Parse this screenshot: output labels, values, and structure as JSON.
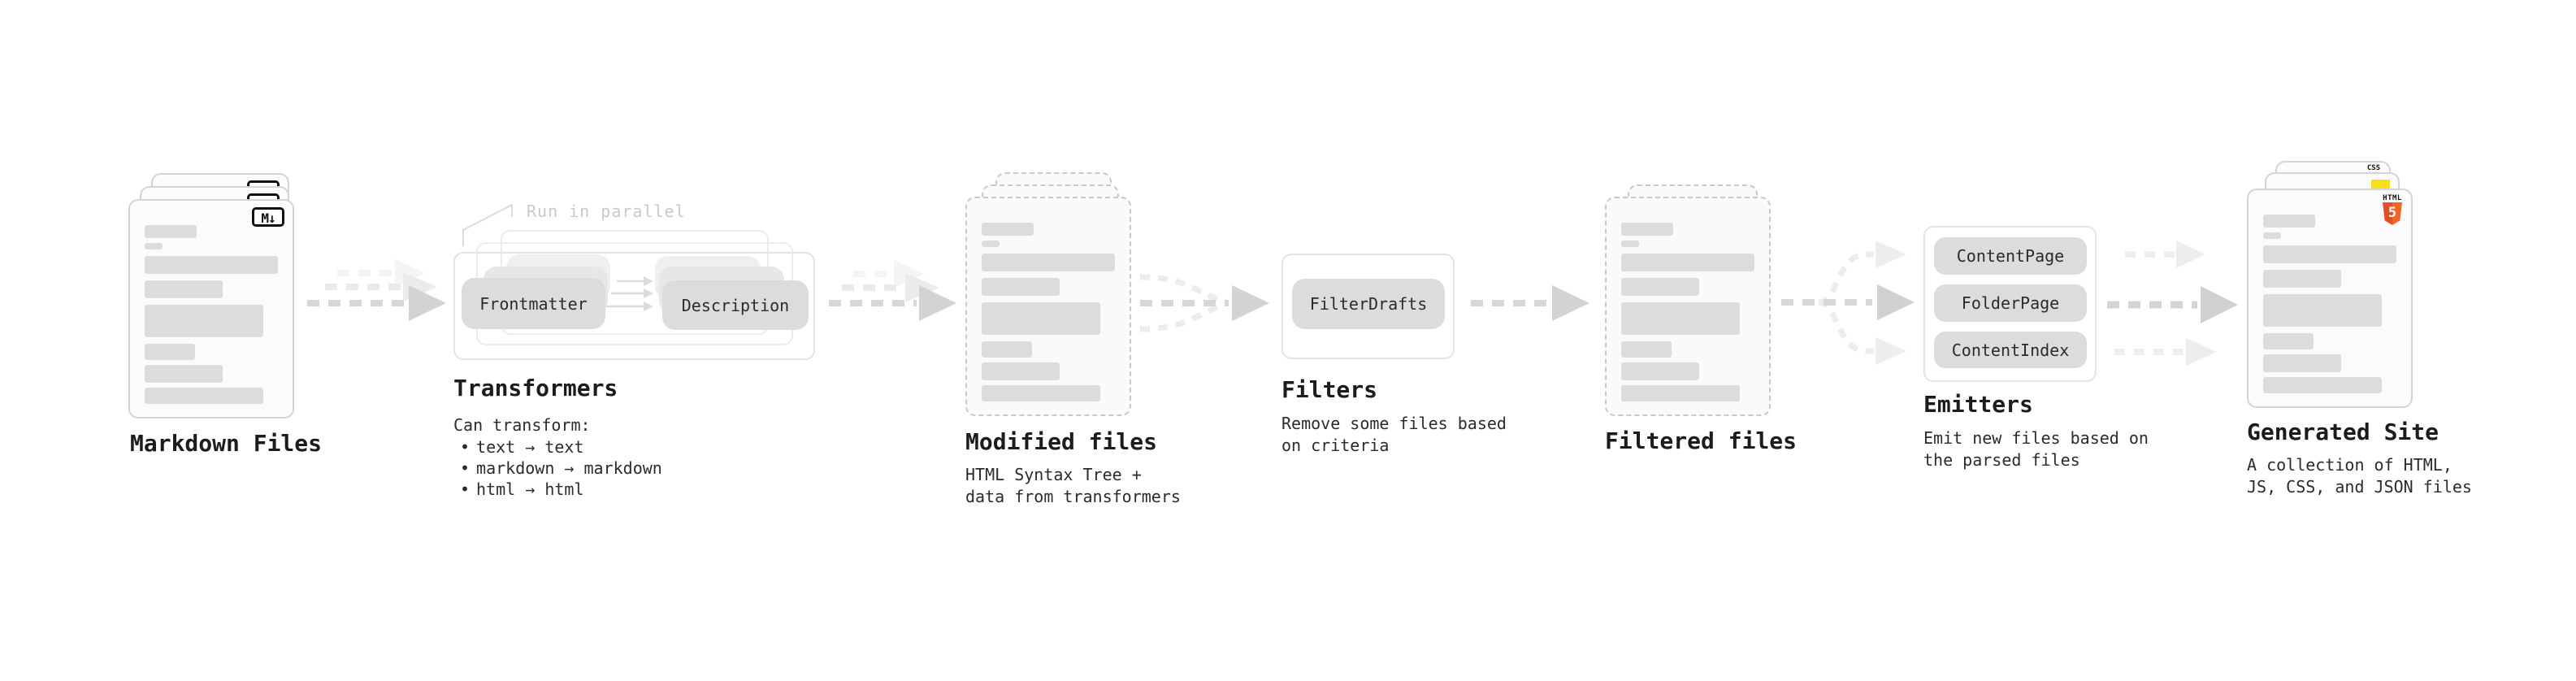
{
  "stages": [
    {
      "id": "markdown-files",
      "label": "Markdown Files",
      "file_icon_text": "M↓"
    },
    {
      "id": "transformers",
      "label": "Transformers",
      "annotation": "Run in parallel",
      "chips": [
        "Frontmatter",
        "Description"
      ],
      "desc_title": "Can transform:",
      "bullet_char": "•",
      "bullets": [
        "text → text",
        "markdown → markdown",
        "html → html"
      ]
    },
    {
      "id": "modified-files",
      "label": "Modified files",
      "desc_lines": [
        "HTML Syntax Tree +",
        "data from transformers"
      ]
    },
    {
      "id": "filters",
      "label": "Filters",
      "chips": [
        "FilterDrafts"
      ],
      "desc_lines": [
        "Remove some files based",
        "on criteria"
      ]
    },
    {
      "id": "filtered-files",
      "label": "Filtered files"
    },
    {
      "id": "emitters",
      "label": "Emitters",
      "chips": [
        "ContentPage",
        "FolderPage",
        "ContentIndex"
      ],
      "desc_lines": [
        "Emit new files based on",
        "the parsed files"
      ]
    },
    {
      "id": "generated-site",
      "label": "Generated Site",
      "desc_lines": [
        "A collection of HTML,",
        "JS, CSS, and JSON files"
      ],
      "badges": {
        "css_label": "CSS",
        "html5_label": "HTML",
        "html5_number": "5"
      }
    }
  ],
  "colors": {
    "html5_orange": "#e44d26",
    "html5_orange_light": "#f16529",
    "js_yellow": "#f7df1e",
    "css_blue": "#1572b6",
    "chip_fill": "#dcdcdc",
    "skeleton_bar": "#dcdcdc",
    "arrow_gray": "#d7d7d7",
    "annotation_gray": "#c9c9c9"
  }
}
